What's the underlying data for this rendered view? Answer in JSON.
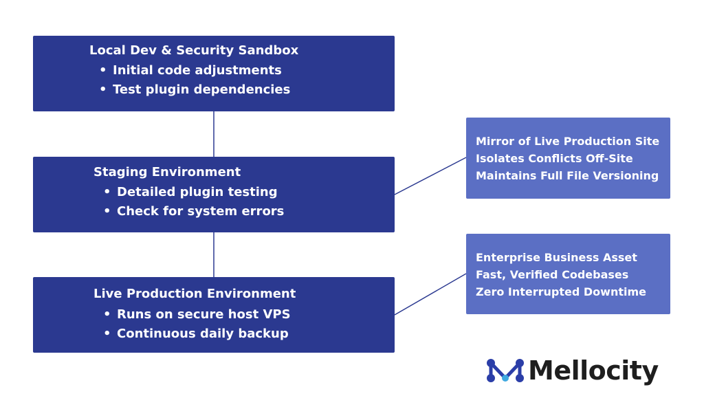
{
  "stages": [
    {
      "title": "Local Dev & Security Sandbox",
      "bullets": [
        "Initial code adjustments",
        "Test plugin dependencies"
      ]
    },
    {
      "title": "Staging Environment",
      "bullets": [
        "Detailed plugin testing",
        "Check for system errors"
      ]
    },
    {
      "title": "Live Production Environment",
      "bullets": [
        "Runs on secure host VPS",
        "Continuous daily backup"
      ]
    }
  ],
  "notes": [
    {
      "lines": [
        "Mirror of Live Production Site",
        "Isolates Conflicts Off-Site",
        "Maintains Full File Versioning"
      ]
    },
    {
      "lines": [
        "Enterprise Business Asset",
        "Fast, Verified Codebases",
        "Zero Interrupted Downtime"
      ]
    }
  ],
  "brand": {
    "name": "Mellocity",
    "icon": "mellocity-logo-icon"
  },
  "colors": {
    "stage_box": "#2b3990",
    "note_box": "#5b6fc4",
    "connector": "#2b3990",
    "brand_text": "#1e1e1e",
    "logo_blue": "#2b3ea8"
  }
}
